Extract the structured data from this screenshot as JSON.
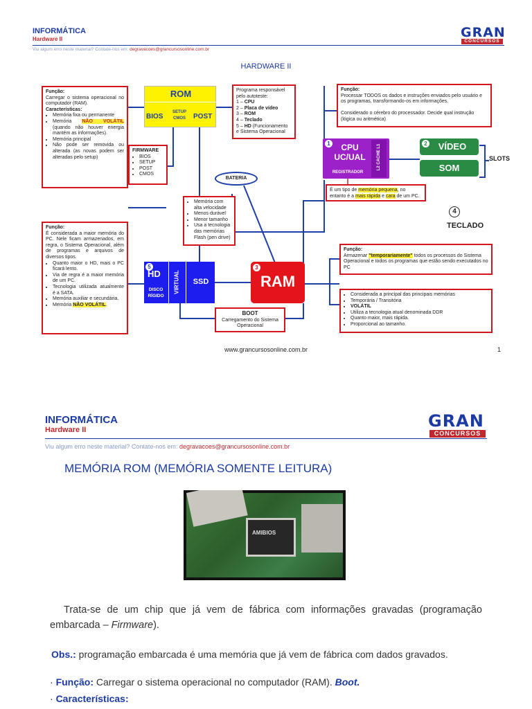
{
  "page1": {
    "header": {
      "title": "INFORMÁTICA",
      "subtitle": "Hardware II"
    },
    "logo": {
      "main": "GRAN",
      "sub": "CONCURSOS"
    },
    "notice": {
      "text": "Viu algum erro neste material? Contate-nos em:",
      "email": "degravacoes@grancursosonline.com.br"
    },
    "diagram_title": "HARDWARE II",
    "rom_box": {
      "label": "ROM",
      "bios": "BIOS",
      "setup_line1": "SETUP",
      "setup_line2": "CMOS",
      "post": "POST"
    },
    "funcao_rom": {
      "l1": "Função:",
      "l2": "Carregar o sistema operacional no computador (RAM).",
      "l3": "Características:",
      "items": [
        "Memória fixa ou permanente",
        "(quando não houver energia mantém as informações).",
        "Memória principal",
        "Não pode ser removida ou alterada (as novas podem ser alteradas pelo setup)"
      ],
      "item2_pre": "Memória ",
      "item2_hl": "NÃO VOLÁTIL"
    },
    "firmware": {
      "title": "FIRMWARE",
      "items": [
        "BIOS",
        "SETUP",
        "POST",
        "CMOS"
      ]
    },
    "post_box": {
      "l1": "Programa responsável pelo autoteste:",
      "l2_num": "1 – ",
      "l2": "CPU",
      "l3_num": "2 – ",
      "l3": "Placa de vídeo",
      "l4_num": "3 – ",
      "l4": "ROM",
      "l5_num": "4 – ",
      "l5": "Teclado",
      "l6_num": "5 – ",
      "l6": "HD",
      "l6_rest": " (Funcionamento e Sistema Operacional"
    },
    "cpu_funcao": {
      "l1": "Função:",
      "l2": "Processar TODOS os dados e instruções enviados pelo usuário e os programas, transformando-os em informações.",
      "l3": "Considerado o cérebro do processador. Decide qual instrução (lógica ou aritmética)"
    },
    "cpu": {
      "num": "1",
      "l1": "CPU",
      "l2": "UC/UAL",
      "reg": "REGISTRADOR",
      "cache": "L2 CACHE L1"
    },
    "cache_note": {
      "pre": "É um tipo de ",
      "hl1": "memória pequena",
      "mid": ", no entanto é a ",
      "hl2": "mais rápida",
      "mid2": " e ",
      "hl3": "cara",
      "post": " de um PC."
    },
    "video": {
      "num": "2",
      "label": "VÍDEO"
    },
    "som": {
      "label": "SOM"
    },
    "slots": "SLOTS",
    "teclado": {
      "num": "4",
      "label": "TECLADO"
    },
    "bateria": "BATERIA",
    "flash_box": {
      "items": [
        "Memória com alta velocidade",
        "Menos durável",
        "Menor tamanho",
        "Usa a tecnologia das memórias Flash (pen drive)"
      ]
    },
    "hd_funcao": {
      "l1": "Função:",
      "l2": "É considerada a maior memória do PC. Nele ficam armazenados, em regra, o Sistema Operacional, além de programas e arquivos de diversos tipos.",
      "items": [
        "Quanto maior o HD, mais o PC ficará lento.",
        "Via de regra é a maior memória de um PC.",
        "Tecnologia utilizada atualmente é a SATA.",
        "Memória auxiliar e secundária."
      ],
      "last_pre": "Memória ",
      "last_hl": "NÃO VOLÁTIL",
      "last_post": "."
    },
    "hd": {
      "num": "5",
      "label": "HD",
      "disco1": "DISCO",
      "disco2": "RÍGIDO",
      "virtual": "VIRTUAL",
      "ssd": "SSD"
    },
    "ram": {
      "num": "3",
      "label": "RAM"
    },
    "ram_funcao": {
      "l1": "Função:",
      "pre": "Armazenar ",
      "hl": "\"temporariamente\"",
      "post": " todos os processos do Sistema Operacional e todos os programas que estão sendo executados no PC"
    },
    "ram_list": {
      "items": [
        "Considerada a principal das principais memórias",
        "Temporária / Transitória",
        "VOLÁTIL",
        "Utiliza a tecnologia atual denominada DDR",
        "Quanto maior, mais rápida.",
        "Proporcional ao tamanho."
      ]
    },
    "boot": {
      "title": "BOOT",
      "text": "Carregamento do Sistema Operacional"
    },
    "footer": {
      "url": "www.grancursosonline.com.br",
      "page": "1"
    }
  },
  "page2": {
    "header": {
      "title": "INFORMÁTICA",
      "subtitle": "Hardware II"
    },
    "logo": {
      "main": "GRAN",
      "sub": "CONCURSOS"
    },
    "notice": {
      "text": "Viu algum erro neste material? Contate-nos em:",
      "email": "degravacoes@grancursosonline.com.br"
    },
    "section_title": "MEMÓRIA ROM (MEMÓRIA SOMENTE LEITURA)",
    "chip_text": "AMIBIOS",
    "para": {
      "pre": "Trata-se de um chip que já vem de fábrica com informações gravadas (programação embarcada – ",
      "em": "Firmware",
      "post": ")."
    },
    "obs": {
      "label": "Obs.:",
      "text": " programação embarcada é uma memória que já vem de fábrica com dados gravados."
    },
    "bullet1": {
      "label": "Função:",
      "text": " Carregar o sistema operacional no computador (RAM). ",
      "em": "Boot."
    },
    "bullet2": {
      "label": "Características:"
    }
  }
}
